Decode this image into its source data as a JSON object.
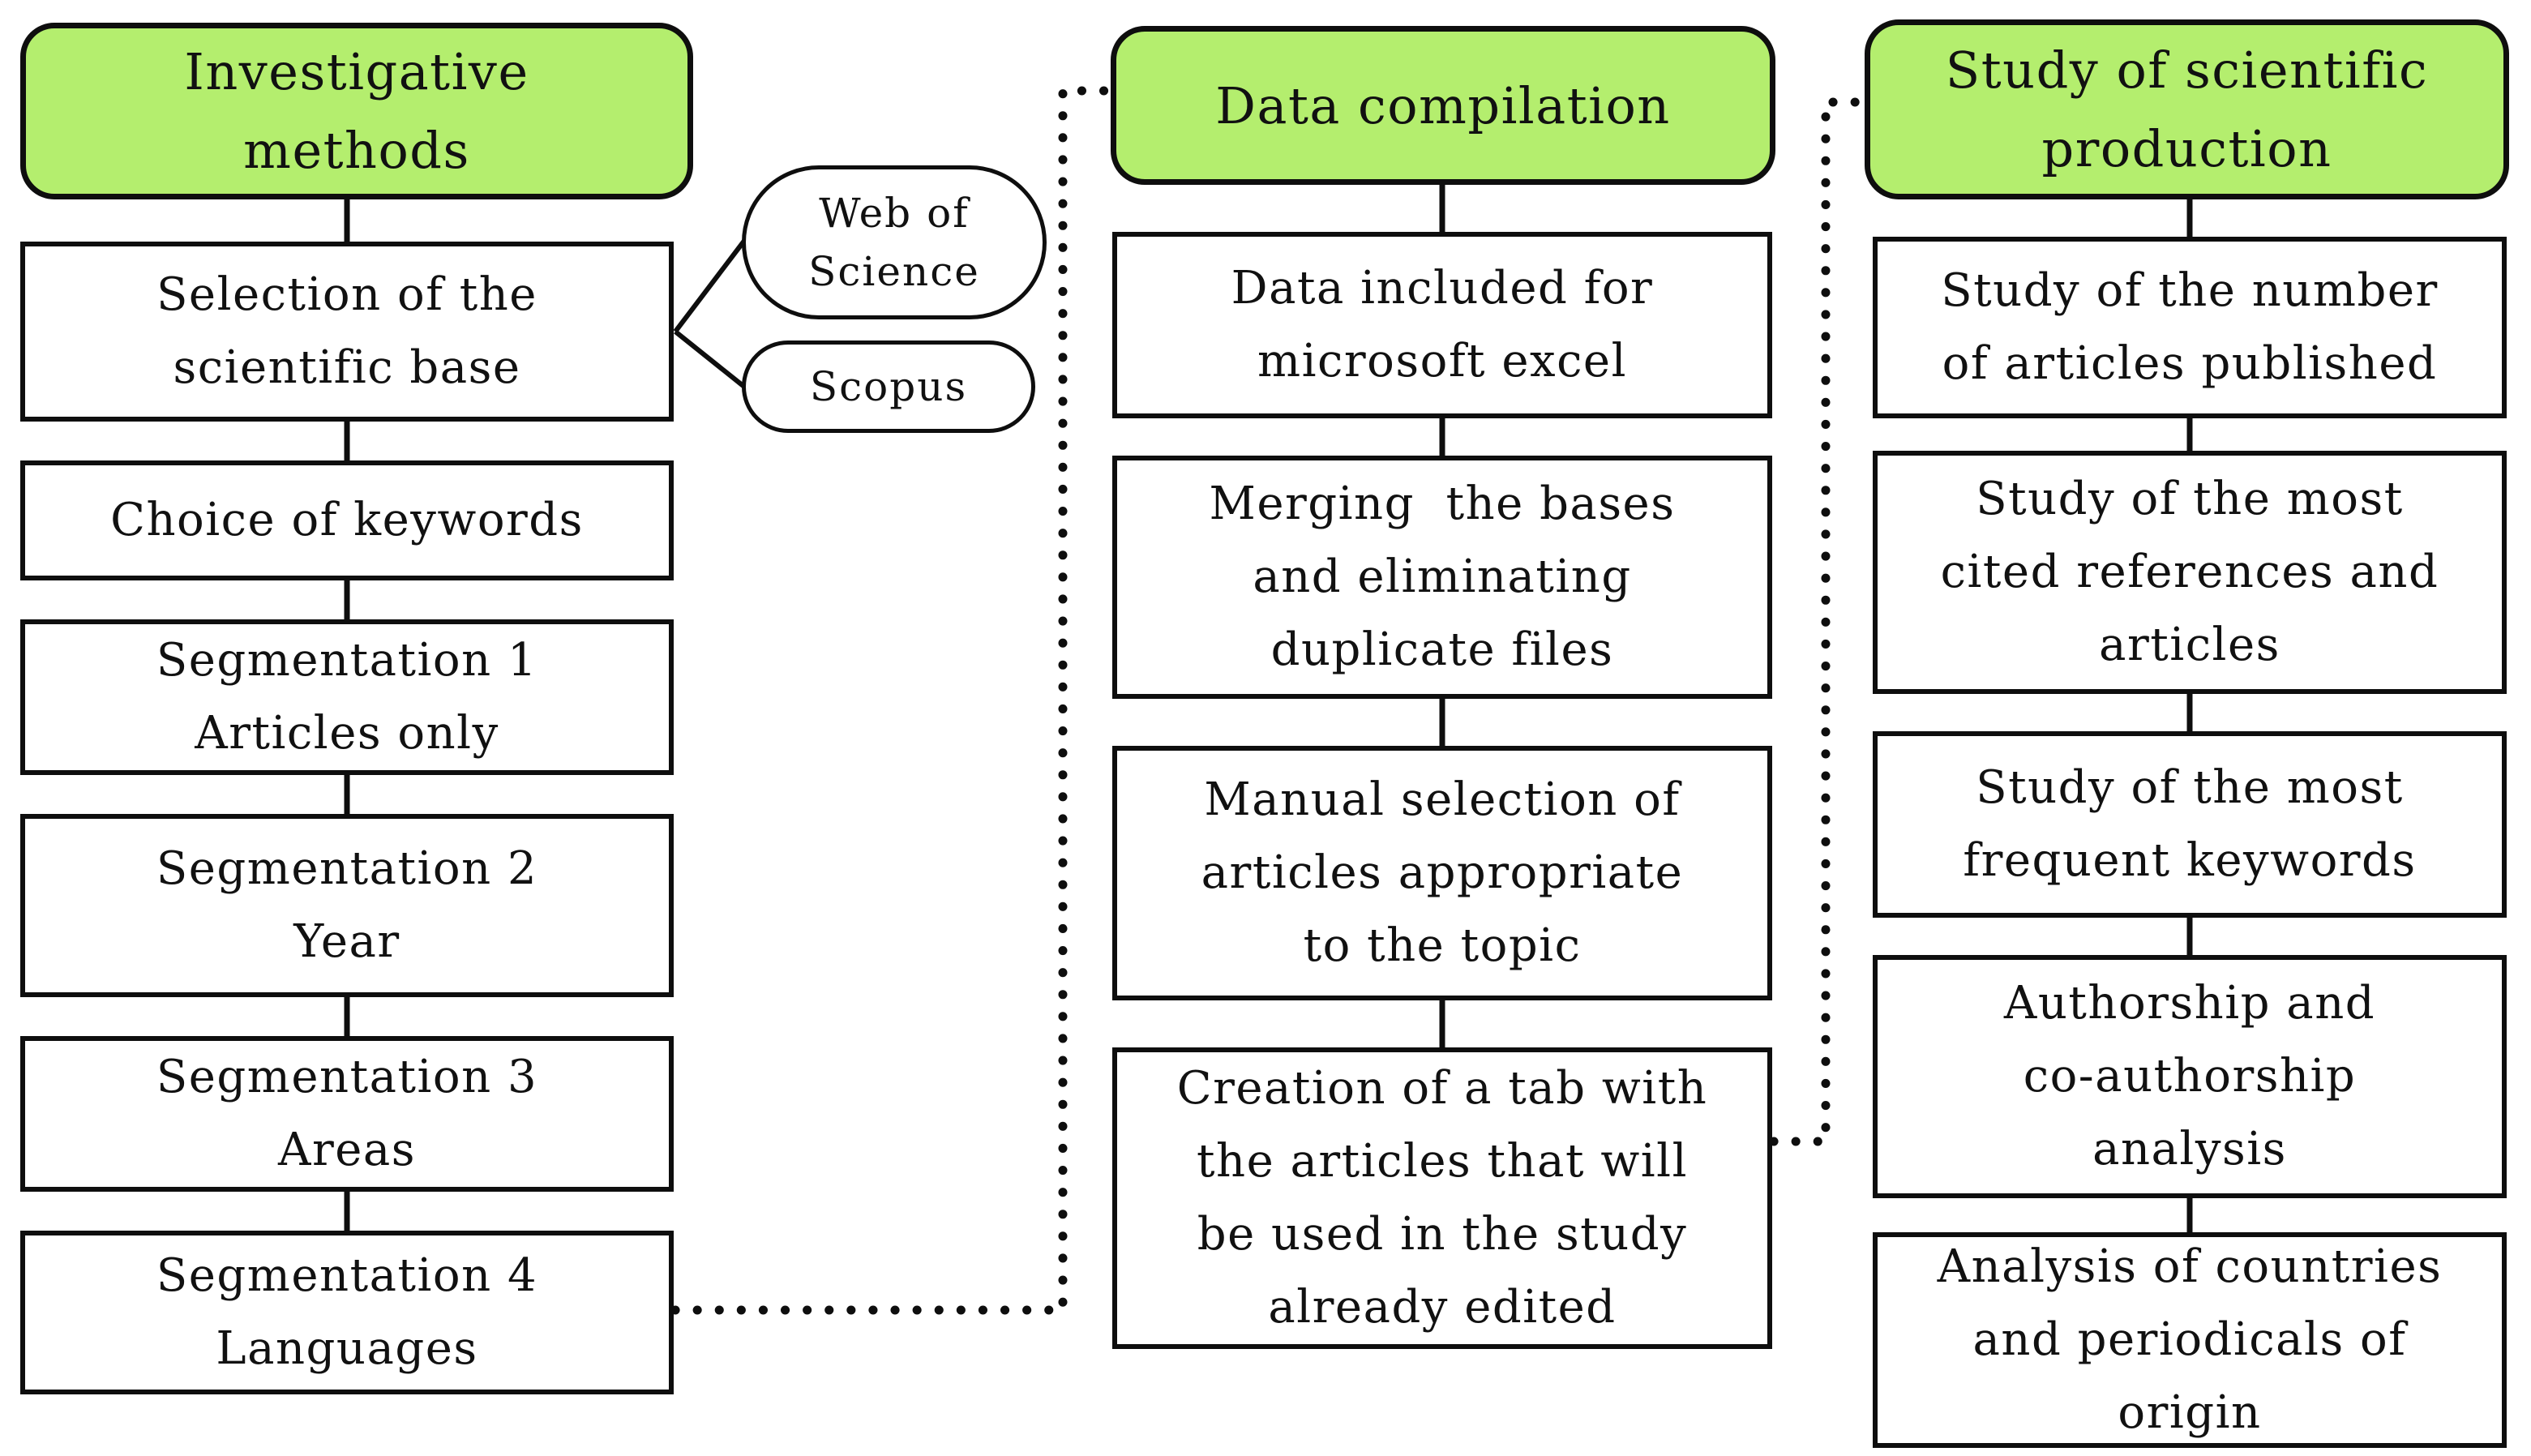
{
  "figure": {
    "type": "flowchart",
    "colors": {
      "header_fill": "#b4ee6e",
      "line": "#0e0e0e",
      "box_fill": "#ffffff",
      "text": "#111111"
    },
    "col1": {
      "header": "Investigative\nmethods",
      "boxes": [
        "Selection of the\nscientific base",
        "Choice of keywords",
        "Segmentation 1\nArticles only",
        "Segmentation 2\nYear",
        "Segmentation 3\nAreas",
        "Segmentation 4\nLanguages"
      ],
      "satellites": [
        "Web of\nScience",
        "Scopus"
      ]
    },
    "col2": {
      "header": "Data compilation",
      "boxes": [
        "Data included for\nmicrosoft excel",
        "Merging  the bases\nand eliminating\nduplicate files",
        "Manual selection of\narticles appropriate\nto the topic",
        "Creation of a tab with\nthe articles that will\nbe used in the study\nalready edited"
      ]
    },
    "col3": {
      "header": "Study of scientific\nproduction",
      "boxes": [
        "Study of the number\nof articles published",
        "Study of the most\ncited references and\narticles",
        "Study of the most\nfrequent keywords",
        "Authorship and\nco-authorship\nanalysis",
        "Analysis of countries\nand periodicals of\norigin"
      ]
    }
  }
}
